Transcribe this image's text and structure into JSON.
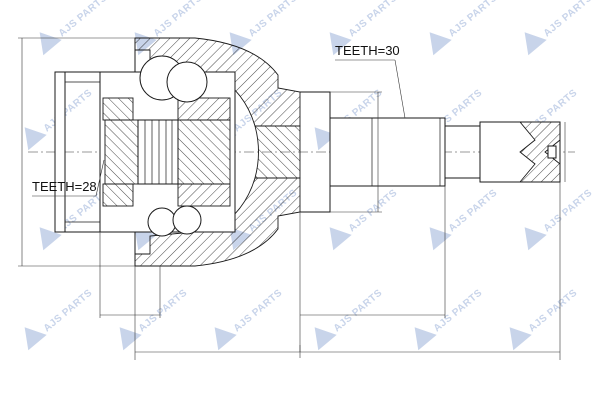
{
  "labels": {
    "teeth_outer": "TEETH=30",
    "teeth_inner": "TEETH=28"
  },
  "watermark": {
    "text": "AJS PARTS",
    "color": "#c8d4ea"
  }
}
